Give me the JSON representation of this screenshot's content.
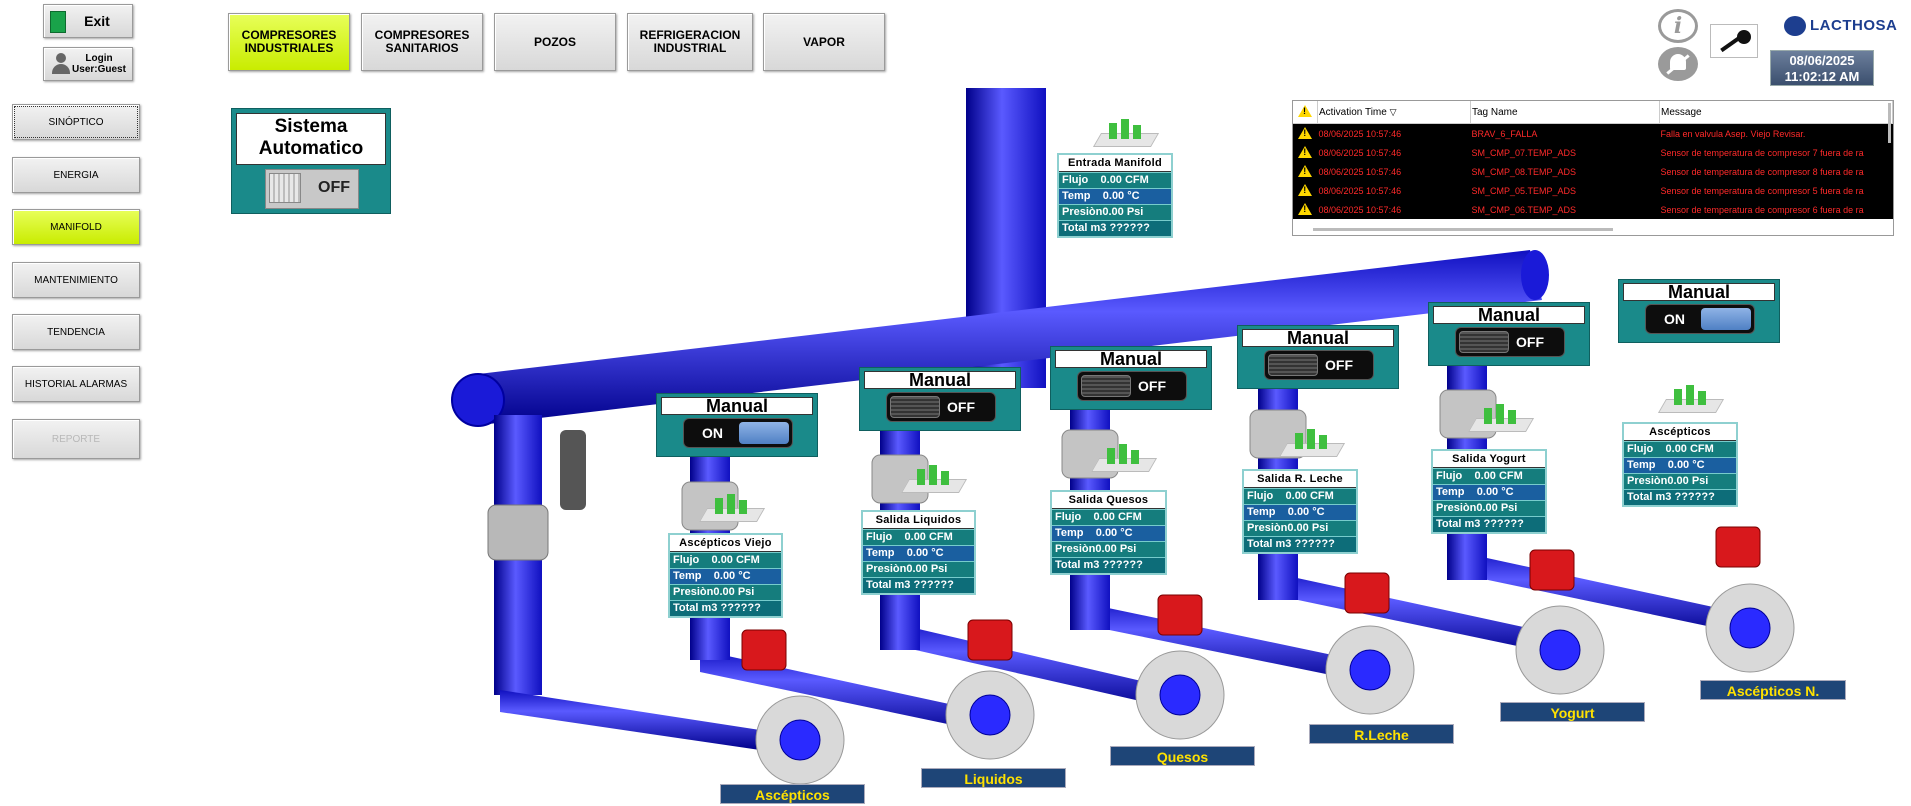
{
  "header": {
    "exit_label": "Exit",
    "login_label": "Login",
    "user_label": "User:Guest",
    "brand": "LACTHOSA",
    "date": "08/06/2025",
    "time": "11:02:12 AM"
  },
  "sidebar": {
    "items": [
      {
        "label": "SINÓPTICO",
        "state": "focused"
      },
      {
        "label": "ENERGIA",
        "state": "normal"
      },
      {
        "label": "MANIFOLD",
        "state": "active"
      },
      {
        "label": "MANTENIMIENTO",
        "state": "normal"
      },
      {
        "label": "TENDENCIA",
        "state": "normal"
      },
      {
        "label": "HISTORIAL ALARMAS",
        "state": "normal"
      },
      {
        "label": "REPORTE",
        "state": "disabled"
      }
    ]
  },
  "topnav": {
    "tabs": [
      {
        "line1": "COMPRESORES",
        "line2": "INDUSTRIALES",
        "state": "active"
      },
      {
        "line1": "COMPRESORES",
        "line2": "SANITARIOS",
        "state": "normal"
      },
      {
        "line1": "POZOS",
        "line2": "",
        "state": "normal"
      },
      {
        "line1": "REFRIGERACION",
        "line2": "INDUSTRIAL",
        "state": "normal"
      },
      {
        "line1": "VAPOR",
        "line2": "",
        "state": "normal"
      }
    ]
  },
  "sistema": {
    "title_line1": "Sistema",
    "title_line2": "Automatico",
    "state": "OFF"
  },
  "alarms": {
    "columns": [
      "Activation Time",
      "Tag Name",
      "Message"
    ],
    "rows": [
      {
        "time": "08/06/2025 10:57:46",
        "tag": "BRAV_6_FALLA",
        "message": "Falla en valvula Asep. Viejo Revisar."
      },
      {
        "time": "08/06/2025 10:57:46",
        "tag": "SM_CMP_07.TEMP_ADS",
        "message": "Sensor de temperatura de compresor 7 fuera de ra"
      },
      {
        "time": "08/06/2025 10:57:46",
        "tag": "SM_CMP_08.TEMP_ADS",
        "message": "Sensor de temperatura de compresor 8 fuera de ra"
      },
      {
        "time": "08/06/2025 10:57:46",
        "tag": "SM_CMP_05.TEMP_ADS",
        "message": "Sensor de temperatura de compresor 5 fuera de ra"
      },
      {
        "time": "08/06/2025 10:57:46",
        "tag": "SM_CMP_06.TEMP_ADS",
        "message": "Sensor de temperatura de compresor 6 fuera de ra"
      }
    ]
  },
  "labels": {
    "flujo": "Flujo",
    "temp": "Temp",
    "presion": "Presiòn",
    "total": "Total m3",
    "manual": "Manual"
  },
  "manifold_in": {
    "title": "Entrada Manifold",
    "flujo": "0.00 CFM",
    "temp": "0.00 °C",
    "presion": "0.00 Psi",
    "total": "??????"
  },
  "outlets": [
    {
      "title": "Ascépticos Viejo",
      "tag": "Ascépticos",
      "mode": "ON",
      "flujo": "0.00 CFM",
      "temp": "0.00 °C",
      "presion": "0.00 Psi",
      "total": "??????"
    },
    {
      "title": "Salida Liquidos",
      "tag": "Liquidos",
      "mode": "OFF",
      "flujo": "0.00 CFM",
      "temp": "0.00 °C",
      "presion": "0.00 Psi",
      "total": "??????"
    },
    {
      "title": "Salida Quesos",
      "tag": "Quesos",
      "mode": "OFF",
      "flujo": "0.00 CFM",
      "temp": "0.00 °C",
      "presion": "0.00 Psi",
      "total": "??????"
    },
    {
      "title": "Salida R. Leche",
      "tag": "R.Leche",
      "mode": "OFF",
      "flujo": "0.00 CFM",
      "temp": "0.00 °C",
      "presion": "0.00 Psi",
      "total": "??????"
    },
    {
      "title": "Salida Yogurt",
      "tag": "Yogurt",
      "mode": "OFF",
      "flujo": "0.00 CFM",
      "temp": "0.00 °C",
      "presion": "0.00 Psi",
      "total": "??????"
    },
    {
      "title": "Ascépticos",
      "tag": "Ascépticos N.",
      "mode": "ON",
      "flujo": "0.00 CFM",
      "temp": "0.00 °C",
      "presion": "0.00 Psi",
      "total": "??????"
    }
  ],
  "colors": {
    "active_button": "#c9ec00",
    "panel_teal": "#1a8a8a",
    "pipe_blue": "#2020e0",
    "tag_bg": "#1e4577",
    "tag_text": "#ffe100",
    "alarm_text": "#ff2a2a"
  }
}
